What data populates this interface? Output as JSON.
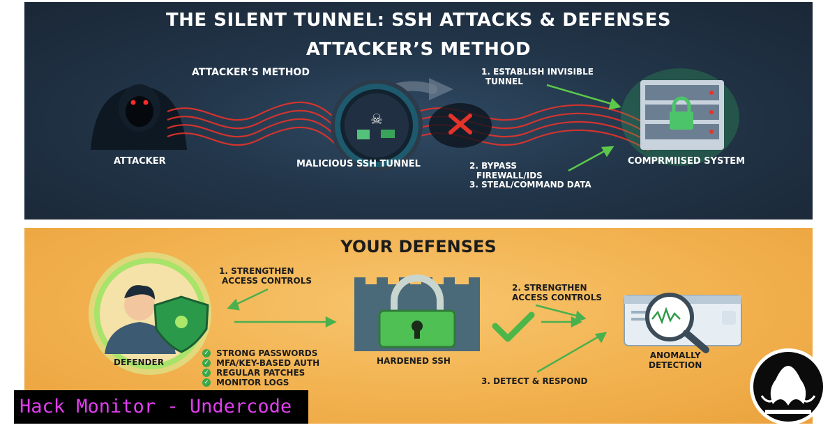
{
  "top": {
    "title": "THE SILENT TUNNEL: SSH ATTACKS & DEFENSES",
    "subtitle": "ATTACKER’S METHOD",
    "section_label": "ATTACKER’S METHOD",
    "attacker_label": "ATTACKER",
    "tunnel_label": "MALICIOUS SSH TUNNEL",
    "system_label": "COMPRMIISED SYSTEM",
    "step1_line1": "1. ESTABLISH INVISIBLE",
    "step1_line2": "TUNNEL",
    "step2_line1": "2. BYPASS",
    "step2_line2": "FIREWALL/IDS",
    "step3": "3. STEAL/COMMAND DATA"
  },
  "bottom": {
    "title": "YOUR DEFENSES",
    "step1_line1": "1. STRENGTHEN",
    "step1_line2": "ACCESS CONTROLS",
    "step2_line1": "2. STRENGTHEN",
    "step2_line2": "ACCESS CONTROLS",
    "step3": "3. DETECT & RESPOND",
    "defender_label": "DEFENDER",
    "ssh_label": "HARDENED SSH",
    "anomaly_line1": "ANOMALLY",
    "anomaly_line2": "DETECTION",
    "checklist": [
      "STRONG PASSWORDS",
      "MFA/KEY-BASED AUTH",
      "REGULAR PATCHES",
      "MONITOR LOGS"
    ]
  },
  "banner": {
    "text": "Hack Monitor - Undercode"
  },
  "colors": {
    "attack_red": "#e5332a",
    "defense_green": "#5cc84a",
    "panel_dark": "#1f2f42",
    "panel_gold": "#f2b24f",
    "banner_text": "#e23ef0"
  }
}
